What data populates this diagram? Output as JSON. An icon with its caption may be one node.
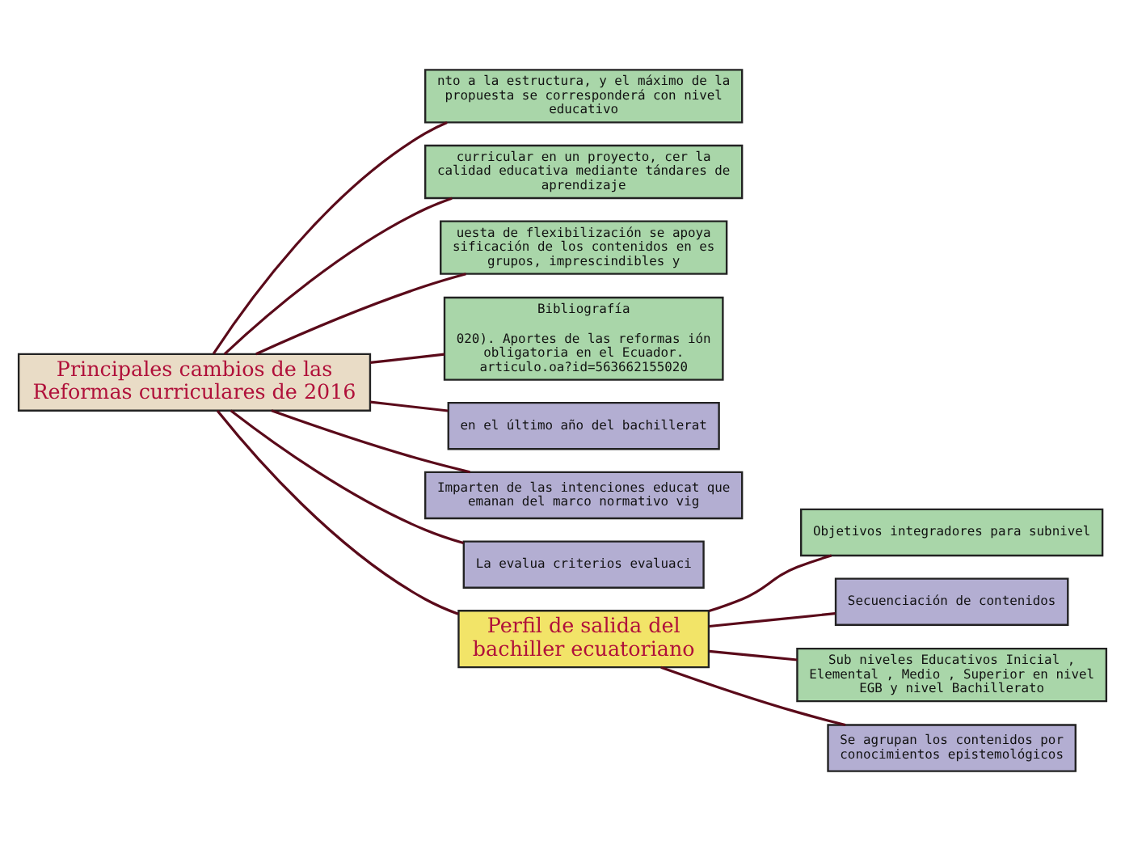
{
  "diagram": {
    "nodes": [
      {
        "text": [
          "Principales cambios de las Reformas curriculares de 2016"
        ]
      },
      {
        "text": [
          "nto a la estructura, y el máximo de la propuesta se corresponderá con nivel educativo"
        ]
      },
      {
        "text": [
          "curricular en un proyecto, cer la calidad educativa mediante tándares de aprendizaje"
        ]
      },
      {
        "text": [
          "uesta de flexibilización se apoya sificación de los contenidos en es grupos, imprescindibles y"
        ]
      },
      {
        "text": [
          "Bibliografía",
          "020). Aportes de las reformas ión obligatoria en el Ecuador. articulo.oa?id=563662155020"
        ]
      },
      {
        "text": [
          "en el último año del bachillerat"
        ]
      },
      {
        "text": [
          "Imparten de las intenciones educat que emanan del marco normativo vig"
        ]
      },
      {
        "text": [
          "La evalua criterios evaluaci"
        ]
      },
      {
        "text": [
          "Perfil de salida del bachiller ecuatoriano"
        ]
      },
      {
        "text": [
          "Objetivos integradores para subnivel"
        ]
      },
      {
        "text": [
          "Secuenciación de contenidos"
        ]
      },
      {
        "text": [
          "Sub niveles Educativos Inicial , Elemental , Medio , Superior en nivel EGB y nivel Bachillerato"
        ]
      },
      {
        "text": [
          "Se agrupan los contenidos por conocimientos epistemológicos"
        ]
      }
    ],
    "edges": [
      {
        "from": 0,
        "to": 1,
        "arrow": "none"
      },
      {
        "from": 0,
        "to": 2,
        "arrow": "none"
      },
      {
        "from": 0,
        "to": 3,
        "arrow": "none"
      },
      {
        "from": 0,
        "to": 4,
        "arrow": "none"
      },
      {
        "from": 0,
        "to": 5,
        "arrow": "none"
      },
      {
        "from": 0,
        "to": 6,
        "arrow": "none"
      },
      {
        "from": 0,
        "to": 7,
        "arrow": "none"
      },
      {
        "from": 0,
        "to": 8,
        "arrow": "none"
      },
      {
        "from": 8,
        "to": 9,
        "arrow": "none"
      },
      {
        "from": 8,
        "to": 10,
        "arrow": "none"
      },
      {
        "from": 8,
        "to": 11,
        "arrow": "none"
      },
      {
        "from": 8,
        "to": 12,
        "arrow": "none"
      }
    ]
  }
}
